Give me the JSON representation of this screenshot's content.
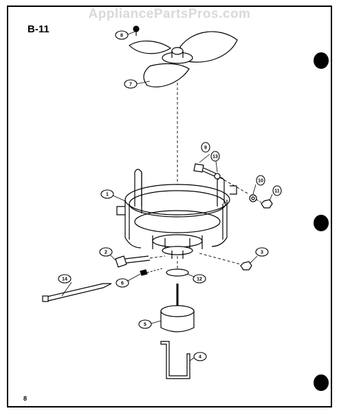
{
  "watermark": "AppliancePartsPros.com",
  "page_code": "B-11",
  "page_number": "8",
  "colors": {
    "ink": "#000000",
    "paper": "#ffffff",
    "watermark": "#d9d9d9"
  },
  "callouts": [
    {
      "id": "c-8-top",
      "label": "8"
    },
    {
      "id": "c-7",
      "label": "7"
    },
    {
      "id": "c-9",
      "label": "9"
    },
    {
      "id": "c-13",
      "label": "13"
    },
    {
      "id": "c-10",
      "label": "10"
    },
    {
      "id": "c-11",
      "label": "11"
    },
    {
      "id": "c-1",
      "label": "1"
    },
    {
      "id": "c-2",
      "label": "2"
    },
    {
      "id": "c-3",
      "label": "3"
    },
    {
      "id": "c-6",
      "label": "6"
    },
    {
      "id": "c-12",
      "label": "12"
    },
    {
      "id": "c-14",
      "label": "14"
    },
    {
      "id": "c-5",
      "label": "5"
    },
    {
      "id": "c-4",
      "label": "4"
    }
  ]
}
